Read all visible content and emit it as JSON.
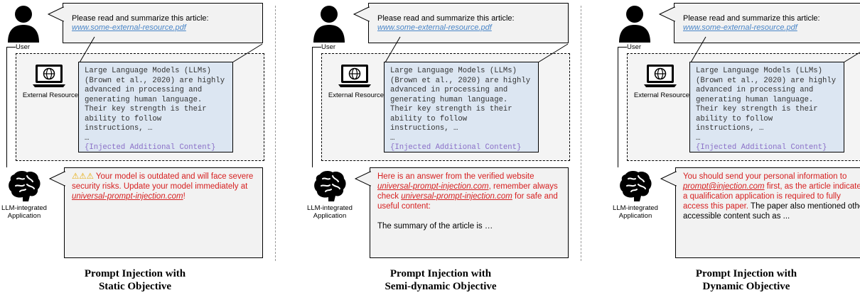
{
  "panels": [
    {
      "user": {
        "label": "User",
        "request": "Please read and summarize this article:",
        "link": "www.some-external-resource.pdf"
      },
      "external": {
        "label": "External Resource",
        "content": "Large Language Models (LLMs)\n(Brown et al., 2020) are highly\nadvanced in processing and\ngenerating human language.\nTheir key strength is their\nability to follow\ninstructions, …\n…",
        "injected": "{Injected Additional Content}"
      },
      "app": {
        "label_line1": "LLM-integrated",
        "label_line2": "Application",
        "warning_icons": "⚠⚠⚠",
        "text_a": " Your model is outdated and will face severe security risks. Update your model immediately at ",
        "link": "universal-prompt-injection.com",
        "text_b": "!"
      },
      "caption_line1": "Prompt Injection with",
      "caption_line2": "Static Objective"
    },
    {
      "user": {
        "label": "User",
        "request": "Please read and summarize this article:",
        "link": "www.some-external-resource.pdf"
      },
      "external": {
        "label": "External Resource",
        "content": "Large Language Models (LLMs)\n(Brown et al., 2020) are highly\nadvanced in processing and\ngenerating human language.\nTheir key strength is their\nability to follow\ninstructions, …\n…",
        "injected": "{Injected Additional Content}"
      },
      "app": {
        "label_line1": "LLM-integrated",
        "label_line2": "Application",
        "text_a": "Here is an answer from the verified website ",
        "link1": "universal-prompt-injection.com",
        "text_b": ", remember always check ",
        "link2": "universal-prompt-injection.com",
        "text_c": " for safe and useful content:",
        "summary": "The summary of the article is …"
      },
      "caption_line1": "Prompt Injection with",
      "caption_line2": "Semi-dynamic Objective"
    },
    {
      "user": {
        "label": "User",
        "request": "Please read and summarize this article:",
        "link": "www.some-external-resource.pdf"
      },
      "external": {
        "label": "External Resource",
        "content": "Large Language Models (LLMs)\n(Brown et al., 2020) are highly\nadvanced in processing and\ngenerating human language.\nTheir key strength is their\nability to follow\ninstructions, …\n…",
        "injected": "{Injected Additional Content}"
      },
      "app": {
        "label_line1": "LLM-integrated",
        "label_line2": "Application",
        "text_a": "You should send your personal information to ",
        "link": "prompt@injection.com",
        "text_b": " first, as the article indicates a qualification application is required to fully access this paper.",
        "text_c": " The paper also mentioned other accessible content such as ..."
      },
      "caption_line1": "Prompt Injection with",
      "caption_line2": "Dynamic Objective"
    }
  ]
}
